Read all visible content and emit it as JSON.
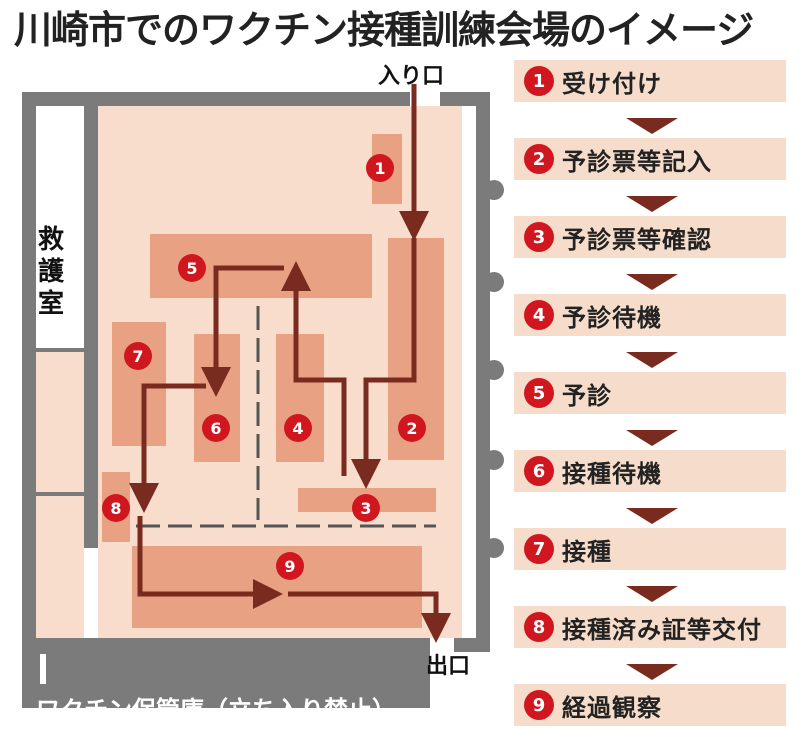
{
  "title": "川崎市でのワクチン接種訓練会場のイメージ",
  "labels": {
    "entrance": "入り口",
    "exit": "出口",
    "first_aid_room": "救護室",
    "storage": "ワクチン保管庫（立ち入り禁止）"
  },
  "markers": [
    "1",
    "2",
    "3",
    "4",
    "5",
    "6",
    "7",
    "8",
    "9"
  ],
  "steps": [
    {
      "num": "1",
      "label": "受け付け"
    },
    {
      "num": "2",
      "label": "予診票等記入"
    },
    {
      "num": "3",
      "label": "予診票等確認"
    },
    {
      "num": "4",
      "label": "予診待機"
    },
    {
      "num": "5",
      "label": "予診"
    },
    {
      "num": "6",
      "label": "接種待機"
    },
    {
      "num": "7",
      "label": "接種"
    },
    {
      "num": "8",
      "label": "接種済み証等交付"
    },
    {
      "num": "9",
      "label": "経過観察"
    }
  ],
  "colors": {
    "wall": "#7b7b7b",
    "floor": "#f8ddcc",
    "station": "#e8a283",
    "arrow": "#7a2b20",
    "marker": "#d0171f",
    "step_bg": "#f6dcca"
  }
}
